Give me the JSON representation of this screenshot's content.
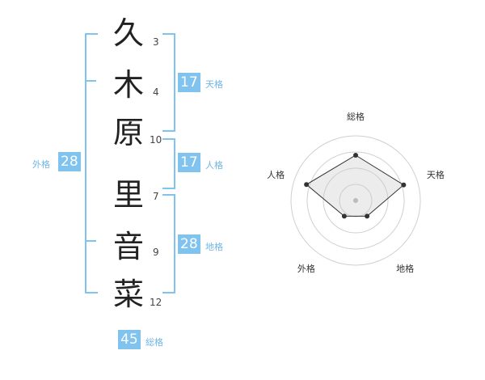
{
  "name_chars": [
    {
      "char": "久",
      "strokes": "3"
    },
    {
      "char": "木",
      "strokes": "4"
    },
    {
      "char": "原",
      "strokes": "10"
    },
    {
      "char": "里",
      "strokes": "7"
    },
    {
      "char": "音",
      "strokes": "9"
    },
    {
      "char": "菜",
      "strokes": "12"
    }
  ],
  "kaku": {
    "tenkaku": {
      "value": "17",
      "label": "天格"
    },
    "jinkaku": {
      "value": "17",
      "label": "人格"
    },
    "chikaku": {
      "value": "28",
      "label": "地格"
    },
    "gaikaku": {
      "value": "28",
      "label": "外格"
    },
    "soukaku": {
      "value": "45",
      "label": "総格"
    }
  },
  "colors": {
    "accent": "#7fc3ee",
    "text": "#222222"
  },
  "chart_data": {
    "type": "radar",
    "axes": [
      "総格",
      "天格",
      "地格",
      "外格",
      "人格"
    ],
    "ring_count": 4,
    "values": [
      0.7,
      0.78,
      0.3,
      0.3,
      0.8
    ],
    "center_marker": true
  }
}
